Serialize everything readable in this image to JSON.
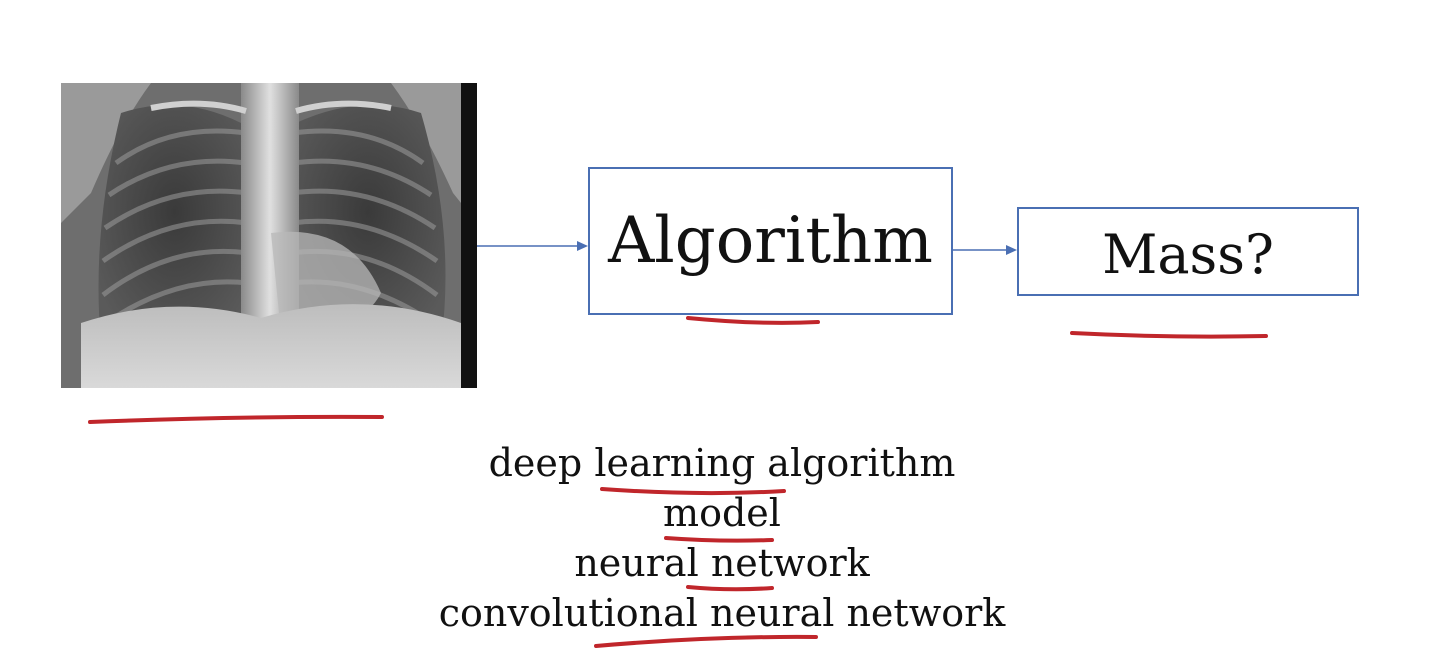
{
  "diagram": {
    "algorithm_box": {
      "label": "Algorithm"
    },
    "output_box": {
      "label": "Mass?"
    },
    "terms": [
      "deep learning algorithm",
      "model",
      "neural network",
      "convolutional neural network"
    ]
  },
  "colors": {
    "box_border": "#4a6fb3",
    "arrow": "#4a6fb3",
    "annotation_ink": "#c0262b"
  }
}
